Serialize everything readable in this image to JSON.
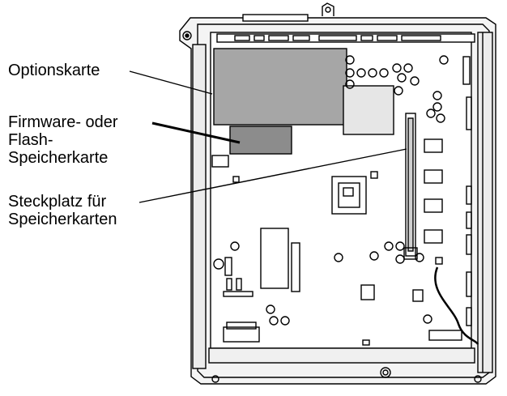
{
  "labels": {
    "option_card": "Optionskarte",
    "firmware_card": "Firmware- oder\nFlash-\nSpeicherkarte",
    "memory_slot": "Steckplatz für\nSpeicherkarten"
  },
  "colors": {
    "line": "#000000",
    "plate": "#f2f2f2",
    "board": "#ffffff",
    "option_card": "#a6a6a6",
    "firmware_card": "#8c8c8c"
  }
}
